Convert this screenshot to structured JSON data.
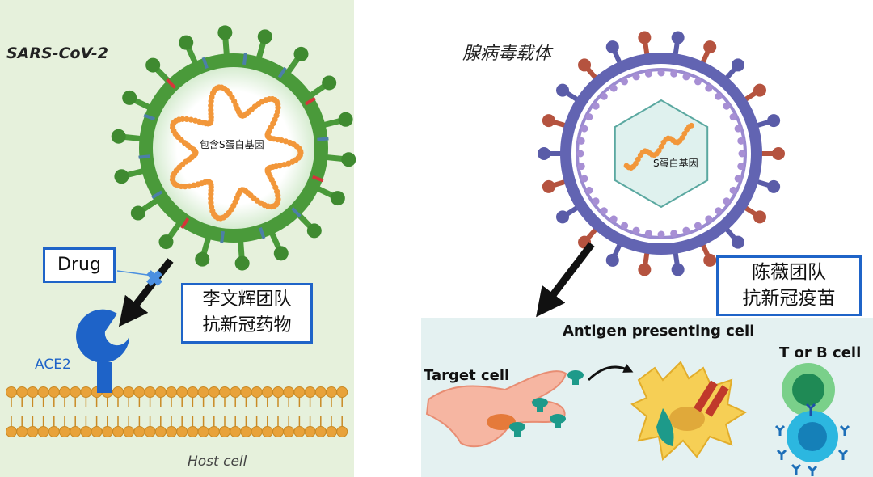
{
  "left": {
    "virus_label": "SARS-CoV-2",
    "genome_label": "包含S蛋白基因",
    "drug_label": "Drug",
    "receptor_label": "ACE2",
    "team_line1": "李文辉团队",
    "team_line2": "抗新冠药物",
    "host_label": "Host cell"
  },
  "right": {
    "vector_label": "腺病毒载体",
    "gene_label": "S蛋白基因",
    "team_line1": "陈薇团队",
    "team_line2": "抗新冠疫苗",
    "apc_label": "Antigen presenting cell",
    "target_label": "Target cell",
    "tb_label": "T or B cell"
  },
  "colors": {
    "left_bg": "#e6f1dc",
    "right_bottom_bg": "#e4f1f1",
    "box_border": "#1f64c8",
    "virus_green": "#4a9a3a",
    "genome_orange": "#f2973a",
    "vector_purple": "#5a5ca8",
    "vector_red": "#b5533f",
    "membrane_orange": "#e8a23a",
    "ace2_blue": "#1e63c8"
  }
}
